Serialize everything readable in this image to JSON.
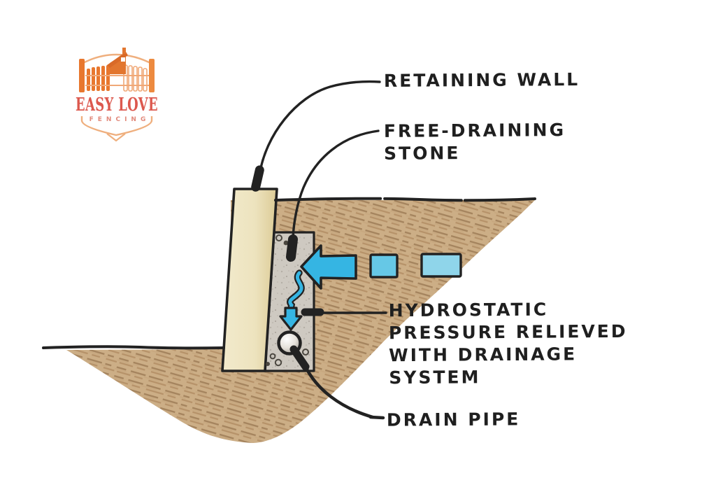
{
  "logo": {
    "title": "EASY LOVE",
    "subtitle": "FENCING",
    "colors": {
      "orange": "#E8772E",
      "red": "#DC584E",
      "pink": "#E2897B",
      "peach_outline": "#EFAF7E"
    }
  },
  "diagram": {
    "labels": {
      "retaining_wall": "RETAINING WALL",
      "free_draining": {
        "line1": "FREE-DRAINING",
        "line2": "STONE"
      },
      "hydrostatic": {
        "line1": "HYDROSTATIC",
        "line2": "PRESSURE RELIEVED",
        "line3": "WITH DRAINAGE",
        "line4": "SYSTEM"
      },
      "drain_pipe": "DRAIN PIPE"
    },
    "colors": {
      "ink": "#222222",
      "wall_fill": "#EDE3BE",
      "wall_shade": "#DCCB96",
      "stone_fill": "#CEC9C1",
      "soil_base": "#C8A87D",
      "soil_stroke": "#9E7B52",
      "water": "#35B5E3",
      "water_mid": "#66C8E6",
      "water_light": "#8FD5EA",
      "pipe_highlight": "#FFFFFF"
    }
  }
}
